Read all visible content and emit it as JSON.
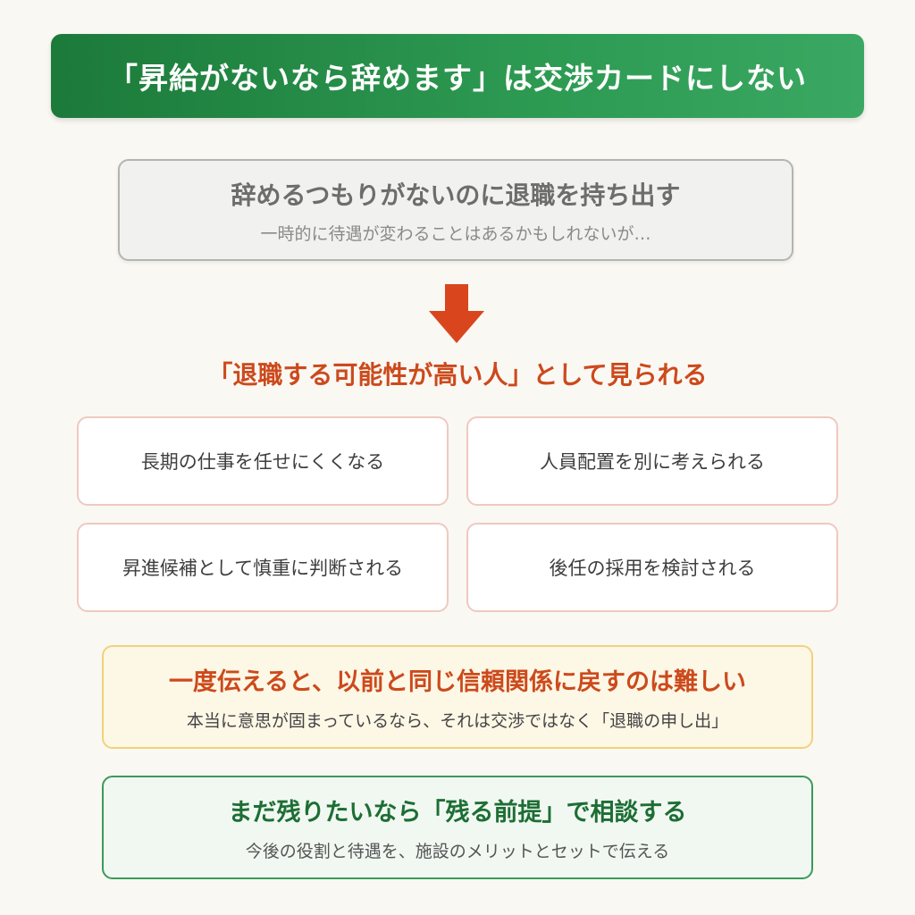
{
  "title": "「昇給がないなら辞めます」は交渉カードにしない",
  "premise": {
    "main": "辞めるつもりがないのに退職を持ち出す",
    "sub": "一時的に待遇が変わることはあるかもしれないが…"
  },
  "arrow_icon": "down-arrow-icon",
  "result_heading": "「退職する可能性が高い人」として見られる",
  "consequences": [
    "長期の仕事を任せにくくなる",
    "人員配置を別に考えられる",
    "昇進候補として慎重に判断される",
    "後任の採用を検討される"
  ],
  "warning": {
    "main": "一度伝えると、以前と同じ信頼関係に戻すのは難しい",
    "sub": "本当に意思が固まっているなら、それは交渉ではなく「退職の申し出」"
  },
  "advice": {
    "main": "まだ残りたいなら「残る前提」で相談する",
    "sub": "今後の役割と待遇を、施設のメリットとセットで伝える"
  },
  "colors": {
    "title_bg": "#1c7a3a",
    "accent_red": "#cc4a1c",
    "arrow": "#d9461e",
    "advice_green": "#1d6e34",
    "warning_border": "#f1d27a"
  }
}
